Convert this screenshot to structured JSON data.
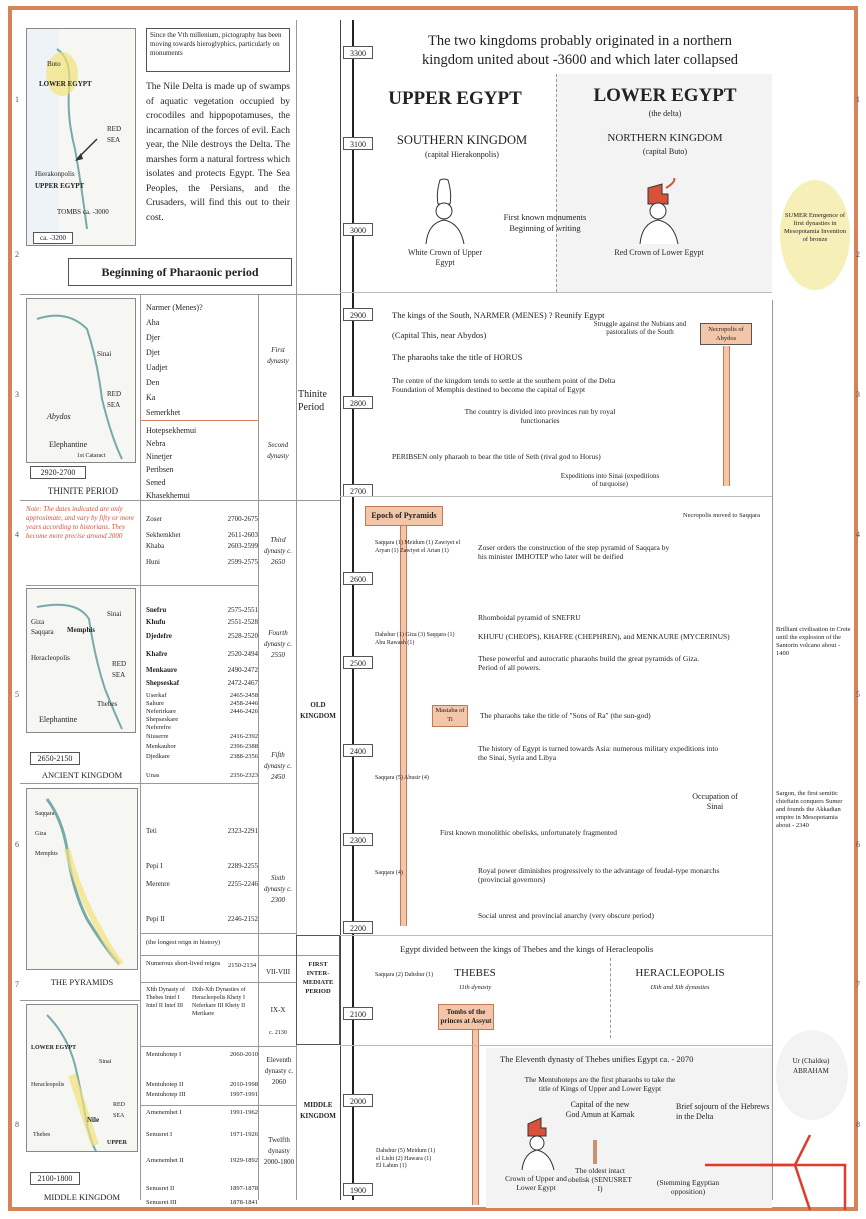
{
  "header": {
    "line1": "The two kingdoms probably originated in a northern",
    "line2": "kingdom united about -3600 and which later collapsed"
  },
  "upper_egypt": {
    "title": "UPPER EGYPT",
    "kingdom": "SOUTHERN KINGDOM",
    "capital": "(capital Hierakonpolis)",
    "crown": "White Crown of Upper Egypt"
  },
  "lower_egypt": {
    "title": "LOWER EGYPT",
    "subtitle": "(the delta)",
    "kingdom": "NORTHERN KINGDOM",
    "capital": "(capital Buto)",
    "crown": "Red Crown of Lower Egypt"
  },
  "first_monuments": "First known monuments Beginning of writing",
  "left": {
    "intro_box": "Since the Vth millenium, pictography has been moving towards hieroglyphics, particularly on monuments",
    "nile_text": "The Nile Delta is made up of swamps of aquatic vegetation occupied by crocodiles and hippopotamuses, the incarnation of the forces of evil. Each year, the Nile destroys the Delta. The marshes form a natural fortress which isolates and protects Egypt. The Sea Peoples, the Persians, and the Crusaders, will find this out to their cost.",
    "banner": "Beginning of Pharaonic period",
    "map1_labels": [
      "Buto",
      "LOWER EGYPT",
      "RED SEA",
      "Hierakonpolis",
      "UPPER EGYPT",
      "TOMBS ca. -3000",
      "ca. -3200"
    ],
    "map2_label": "2920-2700",
    "map2_places": [
      "Abydos",
      "Elephantine",
      "1st Cataract",
      "Sinai",
      "RED SEA"
    ],
    "thinite": "THINITE PERIOD",
    "note": "Note: The dates indicated are only approximate, and vary by fifty or more years according to historians. They become more precise around 2000",
    "ancient_label": "2650-2150",
    "ancient": "ANCIENT KINGDOM",
    "map3_places": [
      "Giza",
      "Saqqara",
      "Memphis",
      "Heracleopolis",
      "Thebes",
      "Elephantine",
      "RED SEA",
      "Sinai"
    ],
    "pyramids": "THE PYRAMIDS",
    "map5_places": [
      "LOWER EGYPT",
      "Heracleopolis",
      "Nile",
      "Sinai",
      "RED SEA",
      "Thebes",
      "UPPER EGYPT"
    ],
    "middle_label": "2100-1800",
    "middle": "MIDDLE KINGDOM"
  },
  "kings": {
    "first": [
      "Narmer (Menes)?",
      "Aha",
      "Djer",
      "Djet",
      "Uadjet",
      "Den",
      "Ka",
      "Semerkhet"
    ],
    "first_label": "First dynasty",
    "second": [
      "Hotepsekhemui",
      "Nebra",
      "Ninetjer",
      "Peribsen",
      "Sened",
      "Khasekhemui"
    ],
    "second_label": "Second dynasty",
    "third": [
      [
        "Zoser",
        "2700-2675"
      ],
      [
        "Sekhemkhet",
        "2611-2603"
      ],
      [
        "Khaba",
        "2603-2599"
      ],
      [
        "Huni",
        "2599-2575"
      ]
    ],
    "third_label": "Third dynasty c. 2650",
    "fourth": [
      [
        "Snefru",
        "2575-2551"
      ],
      [
        "Khufu",
        "2551-2528"
      ],
      [
        "Djedefre",
        "2528-2520"
      ],
      [
        "Khafre",
        "2520-2494"
      ],
      [
        "Menkaure",
        "2490-2472"
      ],
      [
        "Shepseskaf",
        "2472-2467"
      ]
    ],
    "fourth_label": "Fourth dynasty c. 2550",
    "fifth": [
      [
        "Userkaf",
        "2465-2458"
      ],
      [
        "Sahure",
        "2458-2446"
      ],
      [
        "Neferirkare",
        "2446-2426"
      ],
      [
        "Shepseskare",
        ""
      ],
      [
        "Neferefre",
        ""
      ],
      [
        "Niuserre",
        "2416-2392"
      ],
      [
        "Menkauhor",
        "2396-2388"
      ],
      [
        "Djedkare",
        "2388-2356"
      ],
      [
        "Unas",
        "2356-2323"
      ]
    ],
    "fifth_label": "Fifth dynasty c. 2450",
    "sixth": [
      [
        "Teti",
        "2323-2291"
      ],
      [
        "Pepi I",
        "2289-2255"
      ],
      [
        "Merenre",
        "2255-2246"
      ],
      [
        "Pepi II",
        "2246-2152"
      ]
    ],
    "sixth_label": "Sixth dynasty c. 2300",
    "sixth_note": "(the longest reign in history)",
    "seven": "Numerous short-lived reigns",
    "seven_date": "2150-2134",
    "seven_label": "VII-VIII",
    "nine_thebes": "XIth Dynasty of Thebes Intef I Intef II Intef III",
    "nine_hera": "IXth-Xth Dynasties of Heracleopolis Khety I Neferkare III Khety II Merikare",
    "nine_label": "IX-X",
    "nine_date": "c. 2130",
    "eleventh": [
      [
        "Mentuhotep I",
        "2060-2010"
      ],
      [
        "Mentuhotep II",
        "2010-1998"
      ],
      [
        "Mentuhotep III",
        "1997-1991"
      ]
    ],
    "eleventh_label": "Eleventh dynasty c. 2060",
    "twelfth": [
      [
        "Amenemhet I",
        "1991-1962"
      ],
      [
        "Senusret I",
        "1971-1926"
      ],
      [
        "Amenemhet II",
        "1929-1892"
      ],
      [
        "Senusret II",
        "1897-1878"
      ],
      [
        "Senusret III",
        "1878-1841"
      ]
    ],
    "twelfth_label": "Twelfth dynasty 2000-1800"
  },
  "periods": {
    "thinite": "Thinite Period",
    "old": "OLD KINGDOM",
    "first_inter": "FIRST INTER-MEDIATE PERIOD",
    "middle": "MIDDLE KINGDOM"
  },
  "years": [
    "3300",
    "3100",
    "3000",
    "2900",
    "2800",
    "2700",
    "2600",
    "2500",
    "2400",
    "2300",
    "2200",
    "2100",
    "2000",
    "1900"
  ],
  "events": {
    "narmer": "The kings of the South, NARMER (MENES) ? Reunify Egypt",
    "this": "(Capital This, near Abydos)",
    "struggle": "Struggle against the Nubians and pastoralists of the South",
    "horus": "The pharaohs take the title of HORUS",
    "memphis1": "The centre of the kingdom tends to settle at the southern point of the Delta",
    "memphis2": "Foundation of Memphis destined to become the capital of Egypt",
    "divided": "The country is divided into provinces run by royal functionaries",
    "peribsen": "PERIBSEN only pharaoh to bear the title of Seth (rival god to Horus)",
    "sinai": "Expeditions into Sinai (expeditions of turquoise)",
    "necropolis": "Necropolis of Abydos",
    "epoch": "Epoch of Pyramids",
    "necro_saqqara": "Necropolis moved to Saqqara",
    "saq1": "Saqqara (1) Meidum (1) Zawiyet el Aryan (1) Zawiyet el Arian (1)",
    "zoser": "Zoser orders the construction of the step pyramid of Saqqara by his minister IMHOTEP who later will be deified",
    "rhomb": "Rhomboidal pyramid of SNEFRU",
    "dahshur": "Dahshur (1) Giza (3) Saqqara (1) Abu Rawash (1)",
    "khufu": "KHUFU (CHEOPS), KHAFRE (CHEPHREN), and MENKAURE (MYCERINUS)",
    "khufu2": "These powerful and autocratic pharaohs build the great pyramids of Giza. Period of all powers.",
    "ti": "Mastaba of Ti",
    "sons_ra": "The pharaohs take the title of \"Sons of Ra\" (the sun-god)",
    "asia": "The history of Egypt is turned towards Asia: numerous military expeditions into the Sinai, Syria and Libya",
    "saq2": "Saqqara (5) Abusir (4)",
    "sinai_occ": "Occupation of Sinai",
    "obelisks": "First known monolithic obelisks, unfortunately fragmented",
    "saq3": "Saqqara (4)",
    "royal": "Royal power diminishes progressively to the advantage of feudal-type monarchs (provincial governors)",
    "social": "Social unrest and provincial anarchy (very obscure period)",
    "divided2": "Egypt divided between the kings of Thebes and the kings of Heracleopolis",
    "thebes": "THEBES",
    "thebes_sub": "11th dynasty",
    "hera": "HERACLEOPOLIS",
    "hera_sub": "IXth and Xth dynasties",
    "saq4": "Saqqara (2) Dahshur (1)",
    "tombs": "Tombs of the princes at Assyut",
    "eleventh": "The Eleventh dynasty of Thebes unifies Egypt ca. - 2070",
    "menti": "The Mentuhoteps are the first pharaohs to take the title of Kings of Upper and Lower Egypt",
    "amun": "Capital of the new God Amun at Karnak",
    "hebrews": "Brief sojourn of the Hebrews in the Delta",
    "crowns": "Crown of Upper and Lower Egypt",
    "obelisk": "The oldest intact obelisk (SENUSRET I)",
    "stemming": "(Stemming Egyptian opposition)",
    "dahshur2": "Dahshur (5) Meidum (1) el Lisht (2) Hawara (1) El Lahun (1)"
  },
  "right": {
    "sumer": "SUMER Emergence of first dynasties in Mesopotamia Invention of bronze",
    "crete": "Brilliant civilisation in Crete until the explosion of the Santorin volcano about - 1400",
    "sargon": "Sargon, the first semitic chieftain conquers Sumer and founds the Akkadian empire in Mesopotamia about - 2340",
    "ur": "Ur (Chaldea) ABRAHAM"
  },
  "row_numbers": [
    "1",
    "2",
    "3",
    "4",
    "5",
    "6",
    "7",
    "8"
  ]
}
